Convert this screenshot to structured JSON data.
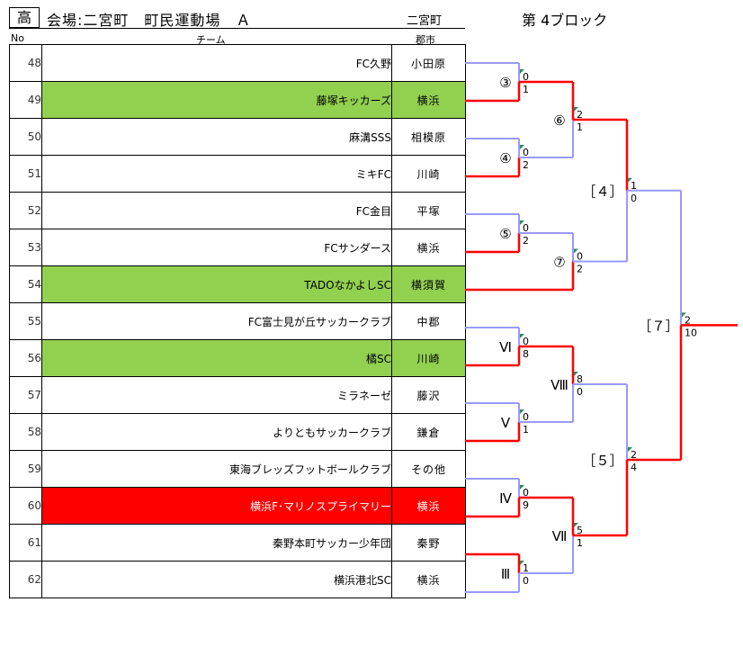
{
  "header": {
    "grade": "高",
    "venue": "会場:二宮町　町民運動場　Ａ",
    "venue_city": "二宮町",
    "block": "第 4ブロック"
  },
  "columns": {
    "no": "No",
    "team": "チーム",
    "city": "郡市"
  },
  "teams": [
    {
      "no": "48",
      "name": "FC久野",
      "city": "小田原",
      "highlight": "none"
    },
    {
      "no": "49",
      "name": "藤塚キッカーズ",
      "city": "横浜",
      "highlight": "green"
    },
    {
      "no": "50",
      "name": "麻溝SSS",
      "city": "相模原",
      "highlight": "none"
    },
    {
      "no": "51",
      "name": "ミキFC",
      "city": "川崎",
      "highlight": "none"
    },
    {
      "no": "52",
      "name": "FC金目",
      "city": "平塚",
      "highlight": "none"
    },
    {
      "no": "53",
      "name": "FCサンダース",
      "city": "横浜",
      "highlight": "none"
    },
    {
      "no": "54",
      "name": "TADOなかよしSC",
      "city": "横須賀",
      "highlight": "green"
    },
    {
      "no": "55",
      "name": "FC富士見が丘サッカークラブ",
      "city": "中郡",
      "highlight": "none"
    },
    {
      "no": "56",
      "name": "橘SC",
      "city": "川崎",
      "highlight": "green"
    },
    {
      "no": "57",
      "name": "ミラネーゼ",
      "city": "藤沢",
      "highlight": "none"
    },
    {
      "no": "58",
      "name": "よりともサッカークラブ",
      "city": "鎌倉",
      "highlight": "none"
    },
    {
      "no": "59",
      "name": "東海ブレッズフットボールクラブ",
      "city": "その他",
      "highlight": "none"
    },
    {
      "no": "60",
      "name": "横浜F･マリノスプライマリー",
      "city": "横浜",
      "highlight": "red"
    },
    {
      "no": "61",
      "name": "秦野本町サッカー少年団",
      "city": "秦野",
      "highlight": "none"
    },
    {
      "no": "62",
      "name": "横浜港北SC",
      "city": "横浜",
      "highlight": "none"
    }
  ],
  "colors": {
    "winner_line": "#ff0000",
    "loser_line": "#9999ff",
    "green": "#92d050",
    "red_row": "#ff0000"
  },
  "matches": [
    {
      "label": "③",
      "top_score": "0",
      "bottom_score": "1"
    },
    {
      "label": "④",
      "top_score": "0",
      "bottom_score": "2"
    },
    {
      "label": "⑤",
      "top_score": "0",
      "bottom_score": "2"
    },
    {
      "label": "Ⅵ",
      "top_score": "0",
      "bottom_score": "8"
    },
    {
      "label": "Ⅴ",
      "top_score": "0",
      "bottom_score": "1"
    },
    {
      "label": "Ⅳ",
      "top_score": "0",
      "bottom_score": "9"
    },
    {
      "label": "Ⅲ",
      "top_score": "1",
      "bottom_score": "0"
    },
    {
      "label": "⑥",
      "top_score": "2",
      "bottom_score": "1"
    },
    {
      "label": "⑦",
      "top_score": "0",
      "bottom_score": "2"
    },
    {
      "label": "Ⅷ",
      "top_score": "8",
      "bottom_score": "0"
    },
    {
      "label": "Ⅶ",
      "top_score": "5",
      "bottom_score": "1"
    },
    {
      "label": "［４］",
      "top_score": "1",
      "bottom_score": "0"
    },
    {
      "label": "［５］",
      "top_score": "2",
      "bottom_score": "4"
    },
    {
      "label": "［７］",
      "top_score": "2",
      "bottom_score": "10"
    }
  ]
}
